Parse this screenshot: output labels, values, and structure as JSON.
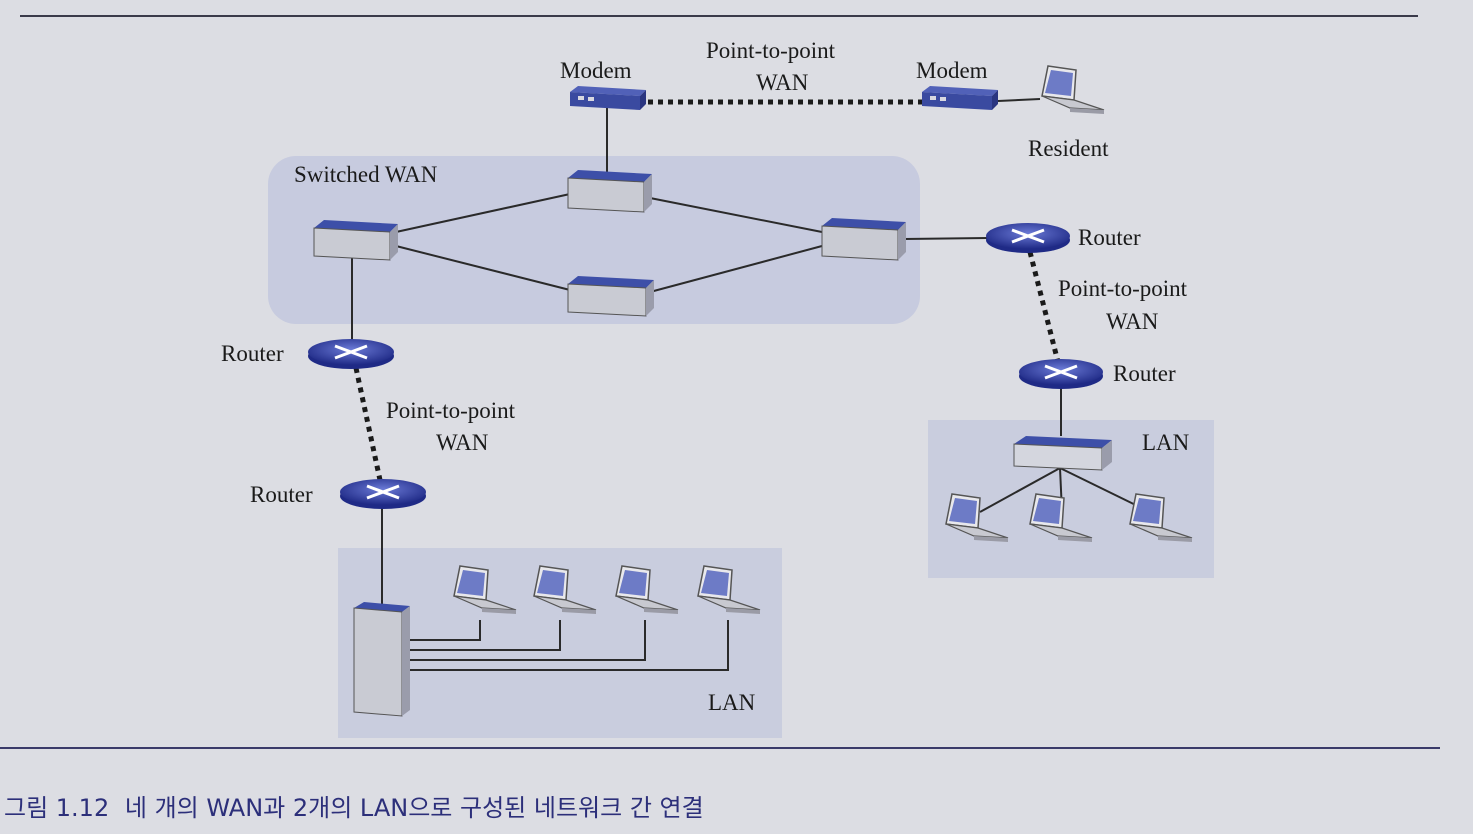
{
  "diagram": {
    "labels": {
      "modem_left": "Modem",
      "modem_right": "Modem",
      "p2p_top_line1": "Point-to-point",
      "p2p_top_line2": "WAN",
      "resident": "Resident",
      "switched_wan": "Switched WAN",
      "router_right_top": "Router",
      "p2p_right_line1": "Point-to-point",
      "p2p_right_line2": "WAN",
      "router_right_bottom": "Router",
      "lan_right": "LAN",
      "router_left_top": "Router",
      "p2p_left_line1": "Point-to-point",
      "p2p_left_line2": "WAN",
      "router_left_bottom": "Router",
      "lan_bottom": "LAN"
    }
  },
  "caption": {
    "number": "그림 1.12",
    "text": "네 개의 WAN과 2개의 LAN으로 구성된 네트워크 간 연결"
  },
  "colors": {
    "device_top": "#3d4fa8",
    "device_body": "#c9cbd3",
    "router_blue": "#2d3aa0",
    "region_fill": "#c3c8de",
    "caption_blue": "#2c2f7a"
  }
}
